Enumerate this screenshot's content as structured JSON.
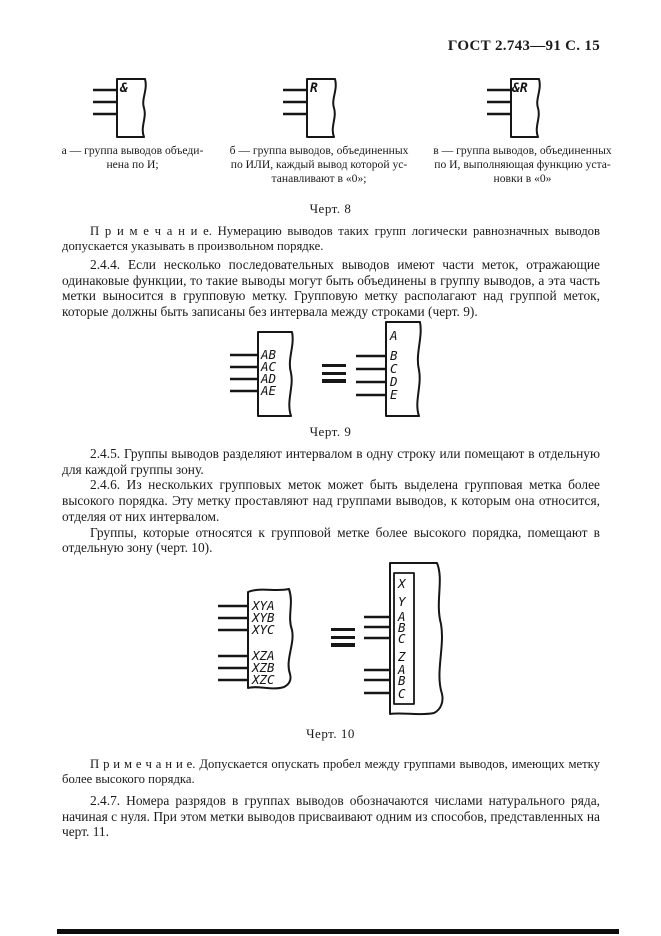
{
  "header": {
    "title": "ГОСТ 2.743—91 С. 15"
  },
  "figure8": {
    "symbols": [
      {
        "label": "&",
        "caption_lines": [
          "а — группа выводов объеди-",
          "нена по И;",
          ""
        ]
      },
      {
        "label": "R",
        "caption_lines": [
          "б — группа выводов,  объединенных",
          "по ИЛИ, каждый вывод которой ус-",
          "танавливают в «0»;"
        ]
      },
      {
        "label": "&R",
        "caption_lines": [
          "в — группа  выводов,  объединенных",
          "по И, выполняющая функцию уста-",
          "новки в «0»"
        ]
      }
    ],
    "caption": "Черт. 8"
  },
  "notes": {
    "note8": "П р и м е ч а н и е.  Нумерацию выводов таких групп логически равнозначных выводов допускается указывать в произвольном порядке.",
    "note10": "П р и м е ч а н и е.  Допускается опускать пробел между группами выводов, имеющих метку более высокого порядка."
  },
  "paragraphs": {
    "p244": "2.4.4.  Если несколько последовательных выводов имеют части меток, отражающие одинаковые функции, то такие выводы могут быть объединены в группу выводов, а эта часть метки выносится в групповую метку. Групповую метку располагают над группой меток, которые должны быть записаны без интервала между строками (черт. 9).",
    "p245": "2.4.5.  Группы выводов разделяют интервалом в одну строку или помещают в отдельную для каждой группы зону.",
    "p246": "2.4.6.  Из нескольких групповых меток может быть выделена групповая метка более высокого порядка. Эту метку проставляют над группами выводов, к которым она относится, отделяя от них интервалом.",
    "p246b": "Группы, которые относятся к групповой метке более высокого порядка, помещают в отдельную зону (черт. 10).",
    "p247": "2.4.7.  Номера разрядов в группах выводов обозначаются числами натурального ряда, начиная с нуля. При этом метки выводов присваивают одним из способов, представленных на черт. 11."
  },
  "figure9": {
    "left_labels": [
      "AB",
      "AC",
      "AD",
      "AE"
    ],
    "right_group_label": "A",
    "right_labels": [
      "B",
      "C",
      "D",
      "E"
    ],
    "caption": "Черт. 9"
  },
  "figure10": {
    "left_group1": [
      "XYA",
      "XYB",
      "XYC"
    ],
    "left_group2": [
      "XZA",
      "XZB",
      "XZC"
    ],
    "right_top_label": "X",
    "right_group1_label": "Y",
    "right_group1": [
      "A",
      "B",
      "C"
    ],
    "right_group2_label": "Z",
    "right_group2": [
      "A",
      "B",
      "C"
    ],
    "caption": "Черт. 10"
  },
  "icons": {
    "equivalence": "≡"
  },
  "colors": {
    "ink": "#161616",
    "paper": "#ffffff"
  }
}
